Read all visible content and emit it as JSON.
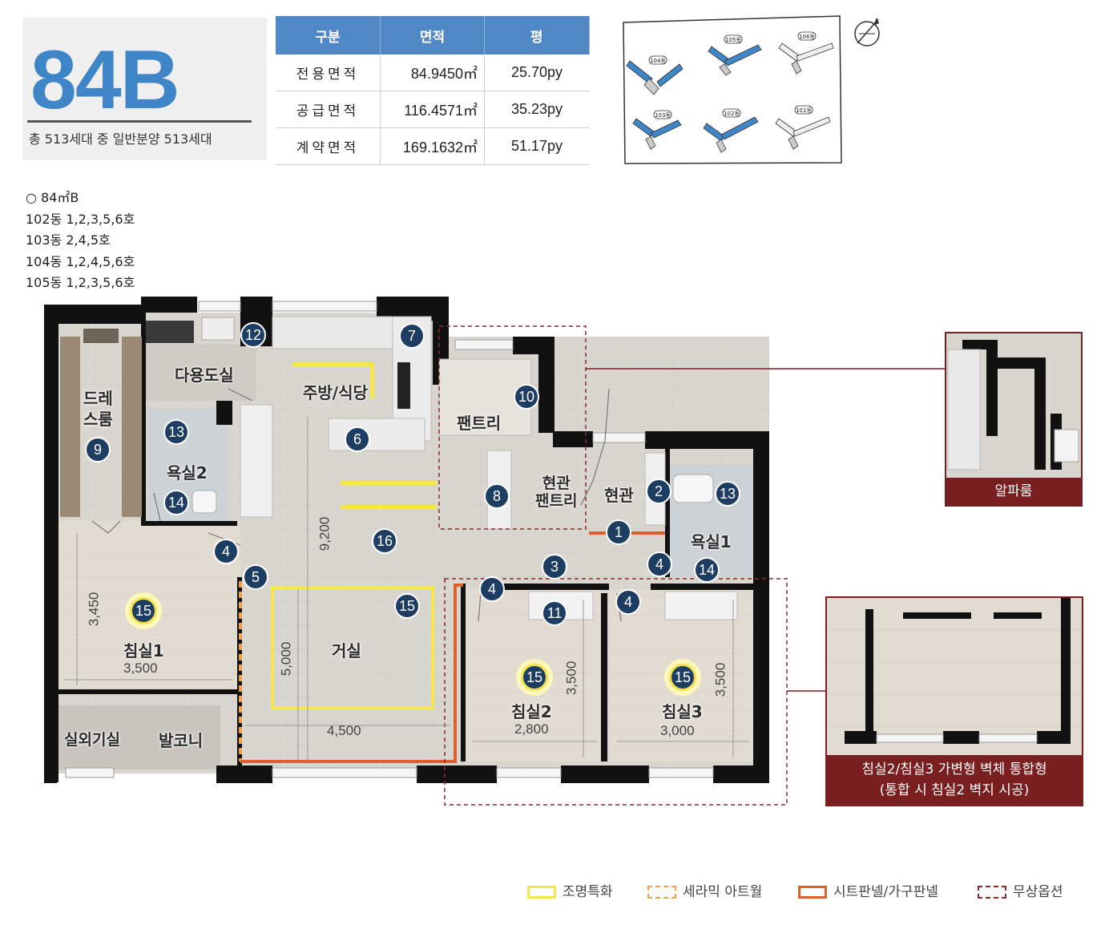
{
  "header": {
    "type_code": "84B",
    "unit_summary": "총 513세대 중 일반분양 513세대"
  },
  "area_table": {
    "headers": [
      "구분",
      "면적",
      "평"
    ],
    "rows": [
      {
        "label": "전용면적",
        "sqm": "84.9450㎡",
        "py": "25.70py"
      },
      {
        "label": "공급면적",
        "sqm": "116.4571㎡",
        "py": "35.23py"
      },
      {
        "label": "계약면적",
        "sqm": "169.1632㎡",
        "py": "51.17py"
      }
    ]
  },
  "site_map": {
    "buildings": [
      "104동",
      "105동",
      "106동",
      "103동",
      "102동",
      "101동"
    ]
  },
  "applies": [
    "○ 84㎡B",
    "102동 1,2,3,5,6호",
    "103동 2,4,5호",
    "104동 1,2,4,5,6호",
    "105동 1,2,3,5,6호"
  ],
  "rooms": {
    "dressroom": "드레\n스룸",
    "utility": "다용도실",
    "kitchen": "주방/식당",
    "pantry": "팬트리",
    "entry_pantry": "현관\n팬트리",
    "entry": "현관",
    "bath2": "욕실2",
    "bath1": "욕실1",
    "bed1": "침실1",
    "living": "거실",
    "bed2": "침실2",
    "bed3": "침실3",
    "outdoor_unit": "실외기실",
    "balcony": "발코니"
  },
  "dimensions": {
    "bed1_w": "3,500",
    "bed1_h": "3,450",
    "living_w": "4,500",
    "living_h": "5,000",
    "total_depth": "9,200",
    "bed2_w": "2,800",
    "bed2_h": "3,500",
    "bed3_w": "3,000",
    "bed3_h": "3,500"
  },
  "markers": [
    "1",
    "2",
    "3",
    "4",
    "4",
    "4",
    "4",
    "5",
    "6",
    "7",
    "8",
    "9",
    "10",
    "11",
    "12",
    "13",
    "13",
    "14",
    "14",
    "15",
    "15",
    "15",
    "15",
    "16"
  ],
  "insets": {
    "alpha_room": "알파룸",
    "merged_caption_1": "침실2/침실3 가변형 벽체 통합형",
    "merged_caption_2": "(통합 시 침실2 벽지 시공)"
  },
  "legend": [
    {
      "label": "조명특화",
      "color": "#f5e64a"
    },
    {
      "label": "세라믹 아트월",
      "color": "#f0a04a"
    },
    {
      "label": "시트판넬/가구판넬",
      "color": "#e0602a"
    },
    {
      "label": "무상옵션",
      "color": "#8a2a2a"
    }
  ]
}
